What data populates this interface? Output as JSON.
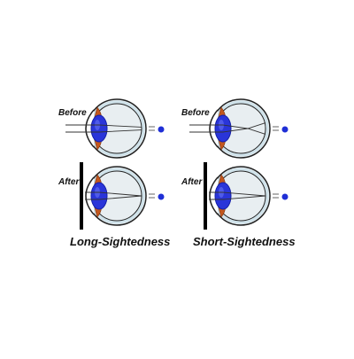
{
  "labels": {
    "before": "Before",
    "after": "After"
  },
  "captions": {
    "left": "Long-Sightedness",
    "right": "Short-Sightedness"
  },
  "colors": {
    "lens": "#2a35d9",
    "lens_dark": "#1520a8",
    "muscle": "#c2571e",
    "outline": "#222222",
    "eyeball_fill": "#e8eef1",
    "inner_ring": "#cfe2ea",
    "corrective_bar": "#000000",
    "object_dot": "#1f2fd6"
  }
}
